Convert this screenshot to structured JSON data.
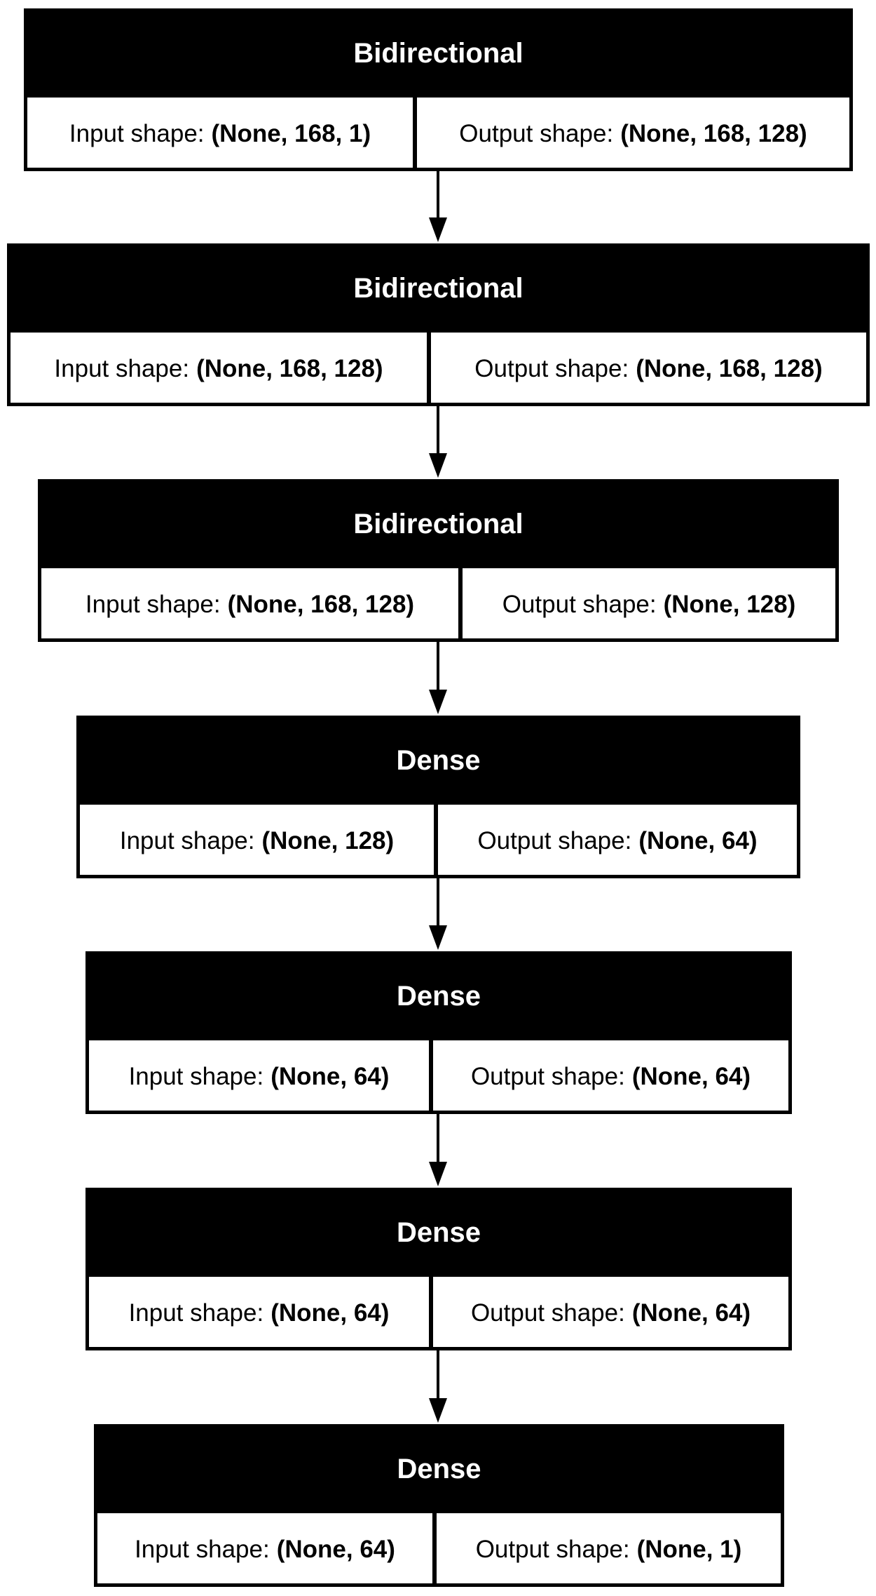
{
  "input_label": "Input shape:",
  "output_label": "Output shape:",
  "layers": [
    {
      "type": "Bidirectional",
      "input_shape": "(None, 168, 1)",
      "output_shape": "(None, 168, 128)"
    },
    {
      "type": "Bidirectional",
      "input_shape": "(None, 168, 128)",
      "output_shape": "(None, 168, 128)"
    },
    {
      "type": "Bidirectional",
      "input_shape": "(None, 168, 128)",
      "output_shape": "(None, 128)"
    },
    {
      "type": "Dense",
      "input_shape": "(None, 128)",
      "output_shape": "(None, 64)"
    },
    {
      "type": "Dense",
      "input_shape": "(None, 64)",
      "output_shape": "(None, 64)"
    },
    {
      "type": "Dense",
      "input_shape": "(None, 64)",
      "output_shape": "(None, 64)"
    },
    {
      "type": "Dense",
      "input_shape": "(None, 64)",
      "output_shape": "(None, 1)"
    }
  ]
}
